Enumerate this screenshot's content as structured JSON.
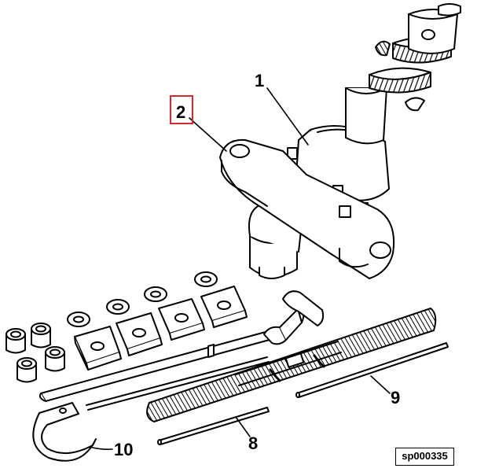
{
  "callouts": {
    "c1": "1",
    "c2": "2",
    "c8": "8",
    "c9": "9",
    "c10": "10"
  },
  "reference_code": "sp000335",
  "highlight_color": "#d62a2a"
}
